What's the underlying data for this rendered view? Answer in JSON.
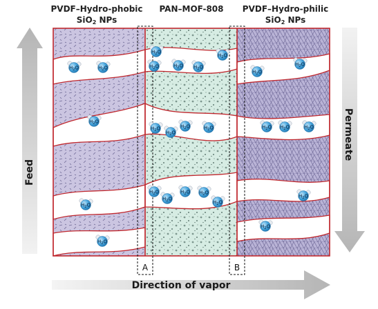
{
  "layers": [
    {
      "id": "hydrophobic",
      "title_line1": "PVDF–Hydro-phobic",
      "title_line2_main": "SiO",
      "title_line2_sub": "2",
      "title_line2_tail": " NPs",
      "fill": "#c8c3df",
      "pattern": "dashes"
    },
    {
      "id": "mof",
      "title_line1": "PAN–MOF-808",
      "fill": "#d7ede4",
      "pattern": "dots"
    },
    {
      "id": "hydrophilic",
      "title_line1": "PVDF–Hydro-philic",
      "title_line2_main": "SiO",
      "title_line2_sub": "2",
      "title_line2_tail": " NPs",
      "fill": "#b9b3d6",
      "pattern": "triangles"
    }
  ],
  "arrows": {
    "feed": "Feed",
    "permeate": "Permeate",
    "direction": "Direction of vapor"
  },
  "interfaces": {
    "a": "A",
    "b": "B"
  },
  "molecule": {
    "main": "H",
    "sub": "2",
    "tail": "O"
  },
  "colors": {
    "border": "#c0272d",
    "water": "#3fa2dc",
    "water_edge": "#1c6fa8",
    "arrow": "#c9c9c9"
  }
}
